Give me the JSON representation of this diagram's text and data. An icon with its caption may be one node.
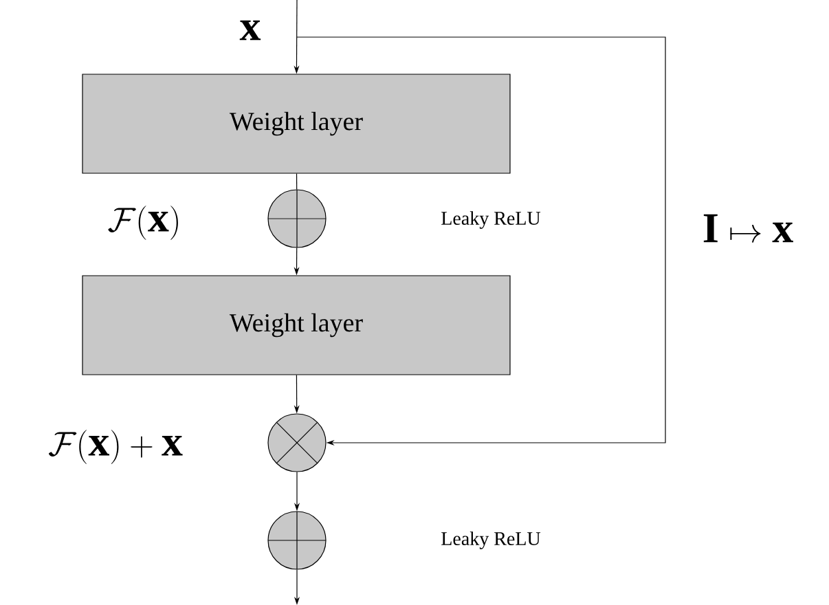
{
  "diagram": {
    "nodes": [
      {
        "text": [
          "Weight layer"
        ]
      },
      {
        "text": [],
        "shape": "circle"
      },
      {
        "text": [
          "Weight layer"
        ]
      },
      {
        "text": [],
        "shape": "circle"
      },
      {
        "text": [],
        "shape": "circle"
      }
    ],
    "edges": [
      {
        "from": null,
        "to": 0,
        "arrow": "to"
      },
      {
        "from": 0,
        "to": 1,
        "arrow": "none"
      },
      {
        "from": 1,
        "to": 2,
        "arrow": "to"
      },
      {
        "from": 2,
        "to": 3,
        "arrow": "to"
      },
      {
        "from": 3,
        "to": 4,
        "arrow": "to"
      },
      {
        "from": 4,
        "to": null,
        "arrow": "to"
      },
      {
        "from": null,
        "to": 3,
        "arrow": "to",
        "label": "\\mathbf{I} \\mapsto \\mathbf{x}"
      }
    ],
    "labels": [
      "\\mathbf{x}",
      "\\mathcal{F}(\\mathbf{x})",
      "Leaky ReLU",
      "\\mathcal{F}(\\mathbf{x}) + \\mathbf{x}",
      "Leaky ReLU"
    ]
  }
}
